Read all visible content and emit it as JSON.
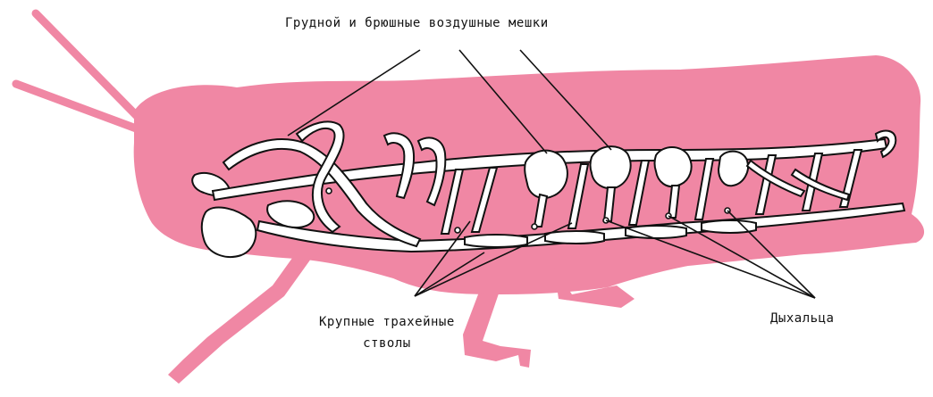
{
  "labels": {
    "air_sacs": "Грудной и брюшные воздушные мешки",
    "trunks_line1": "Крупные трахейные",
    "trunks_line2": "стволы",
    "spiracles": "Дыхальца"
  },
  "colors": {
    "body": "#f087a4",
    "trachea": "#ffffff",
    "outline": "#111111",
    "label_text": "#111111"
  }
}
